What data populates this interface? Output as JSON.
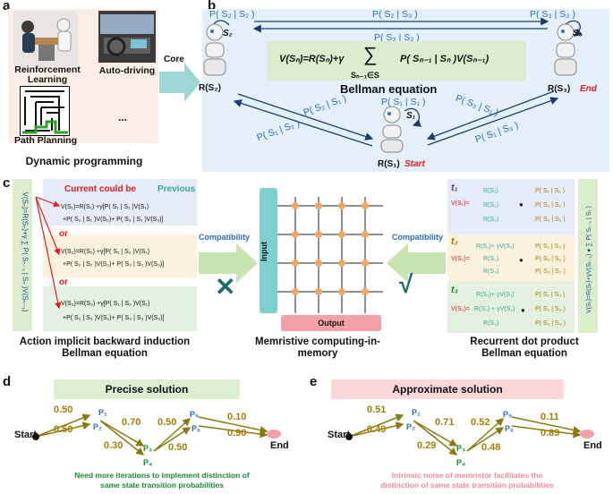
{
  "panels": {
    "a": {
      "letter": "a",
      "labels": {
        "rl": "Reinforcement\nLearning",
        "auto": "Auto-driving",
        "path": "Path Planning",
        "dots": "...",
        "core": "Core"
      },
      "title": "Dynamic programming"
    },
    "b": {
      "letter": "b",
      "edges": {
        "s2s2": "P( S₂ | S₂ )",
        "s2s3": "P( S₂ | S₃ )",
        "s3s3": "P( S₃ | S₃ )",
        "s3s2": "P( S₃ | S₂ )",
        "s1s1": "P( S₁ | S₁ )",
        "s2s1": "P( S₂ | S₁ )",
        "s3s1": "P( S₃ | S₁ )",
        "s1s2": "P( S₁ | S₂ )",
        "s1s3": "P( S₁ | S₃ )"
      },
      "nodes": {
        "s2": "S₂",
        "s3": "S₃",
        "s1": "S₁",
        "r2": "R(S₂)",
        "r3": "R(S₃)",
        "r3_tag": "End",
        "r1": "R(S₁)",
        "r1_tag": "Start"
      },
      "equation": {
        "lhs": "V(Sₙ)=R(Sₙ)+γ",
        "sum_under": "Sₙ₋₁∈S",
        "sum_sign": "∑",
        "rhs": "P( Sₙ₋₁ | Sₙ )V(Sₙ₋₁)",
        "name": "Bellman equation"
      }
    },
    "c": {
      "letter": "c",
      "left_vertical": "V(Sₙ)=R(Sₙ)+γ ∑ P( Sₙ₋₁ | Sₙ )V(Sₙ₋₁)",
      "left_vertical_sub": "Sₙ₋₁∈S",
      "current": "Current could be",
      "previous": "Previous",
      "or1": "or",
      "or2": "or",
      "eqs": [
        {
          "l1": "V(S₁)=R(S₁) +γ[P( S₁ | S₁ )V(S₁)",
          "l2": "+P( S₂ | S₁ )V(S₂)+ P( S₃ | S₁ )V(S₃)]"
        },
        {
          "l1": "V(S₂)=R(S₂) +γ[P( S₁ | S₂ )V(S₁)",
          "l2": "+P( S₂ | S₂ )V(S₂)+ P( S₃ | S₂ )V(S₃)]"
        },
        {
          "l1": "V(S₃)=R(S₃) +γ[P( S₁ | S₃ )V(S₁)",
          "l2": "+P( S₂ | S₃ )V(S₂)+ P( S₃ | S₃ )V(S₃)]"
        }
      ],
      "caption_left": "Action implicit backward induction\nBellman equation",
      "compat_left": "Compatibility",
      "compat_right": "Compatibility",
      "input": "Input",
      "output": "Output",
      "caption_mid": "Memristive computing-in-\nmemory",
      "caption_right": "Recurrent dot product\nBellman equation",
      "right_vertical": "V(Sₜ)=R(Sₜ)+γV(Sₜ₋₁) ● ∑ P( Sₜ₋₁ | Sₜ )",
      "right_vertical_sub": "Sₜ₋₁∈S",
      "t_blocks": [
        {
          "t": "t₁",
          "lhs": "V(S₁)=",
          "col1": [
            "R(S₁)",
            "R(S₂)",
            "R(S₃)"
          ],
          "col2": [
            "P( S₁ | S₁ )",
            "P( S₂ | S₁ )",
            "P( S₃ | S₁ )"
          ]
        },
        {
          "t": "t₂",
          "lhs": "V(S₂)=",
          "col1": [
            "R(S₁)+ γV(S₁)",
            "R(S₂)",
            "R(S₃)"
          ],
          "col2": [
            "P( S₁ | S₂ )",
            "P( S₂ | S₂ )",
            "P( S₃ | S₂ )"
          ]
        },
        {
          "t": "t₃",
          "lhs": "V(S₃)=",
          "col1": [
            "R(S₁)+ γV(S₁)",
            "R(S₂) + γV(S₂)",
            "R(S₃)"
          ],
          "col2": [
            "P( S₁ | S₃ )",
            "P( S₂ | S₃ )",
            "P( S₃ | S₃ )"
          ]
        }
      ],
      "dot": "●"
    },
    "d": {
      "letter": "d",
      "title": "Precise solution",
      "start": "Start",
      "end": "End",
      "p": [
        "P₁",
        "P₂",
        "P₃",
        "P₄",
        "P₅",
        "P₆"
      ],
      "w": [
        "0.50",
        "0.50",
        "0.70",
        "0.30",
        "0.50",
        "0.50",
        "0.10",
        "0.90"
      ],
      "note": "Need more iterations to implement distinction of\nsame state transition probabilities"
    },
    "e": {
      "letter": "e",
      "title": "Approximate solution",
      "start": "Start",
      "end": "End",
      "p": [
        "P₁",
        "P₂",
        "P₃",
        "P₄",
        "P₅",
        "P₆"
      ],
      "w": [
        "0.51",
        "0.49",
        "0.71",
        "0.29",
        "0.52",
        "0.48",
        "0.11",
        "0.89"
      ],
      "note": "Intrinsic noise of memristor facilitates the\ndistinction of same state transition probabilities"
    }
  },
  "colors": {
    "panelA_bg": "#fbeee6",
    "panelB_bg": "#e3f0fa",
    "arrow_teal": "#9fd6d6",
    "arrow_green": "#c7e4b0",
    "blue": "#2d6cb5",
    "red": "#e51b1b",
    "green_text": "#1a8a35",
    "pink_note": "#f08a95",
    "input_bar": "#7ed0cf",
    "output_bar": "#f3a0a8",
    "crossbar_dot": "#f0a860",
    "title_d_bg": "#dcefd0",
    "title_e_bg": "#fbd7d9"
  }
}
